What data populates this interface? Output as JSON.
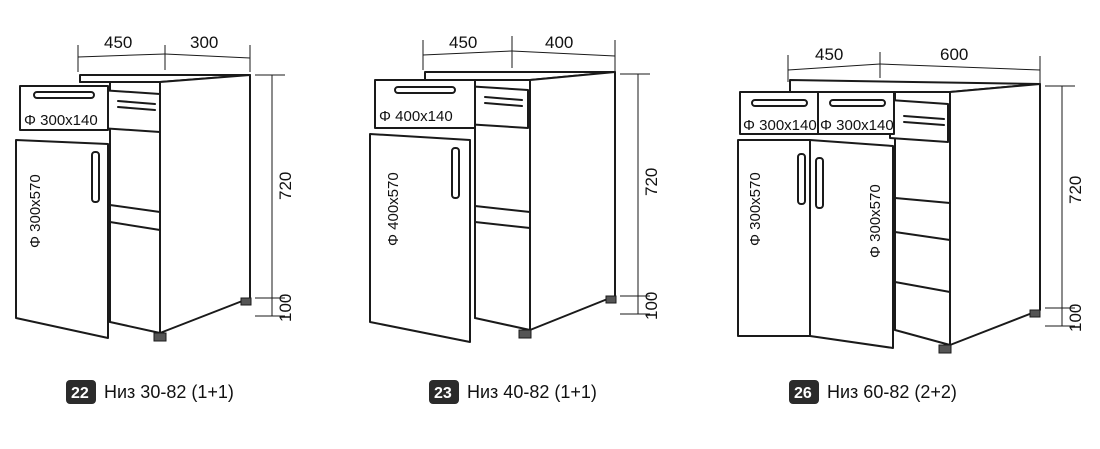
{
  "cabinets": [
    {
      "dims": {
        "depth": "450",
        "width": "300",
        "height": "720",
        "leg": "100"
      },
      "drawer_labels": [
        "Φ 300x140"
      ],
      "door_labels": [
        "Φ 300x570"
      ],
      "badge": "22",
      "caption": "Низ 30-82 (1+1)"
    },
    {
      "dims": {
        "depth": "450",
        "width": "400",
        "height": "720",
        "leg": "100"
      },
      "drawer_labels": [
        "Φ 400x140"
      ],
      "door_labels": [
        "Φ 400x570"
      ],
      "badge": "23",
      "caption": "Низ 40-82 (1+1)"
    },
    {
      "dims": {
        "depth": "450",
        "width": "600",
        "height": "720",
        "leg": "100"
      },
      "drawer_labels": [
        "Φ 300x140",
        "Φ 300x140"
      ],
      "door_labels": [
        "Φ 300x570",
        "Φ 300x570"
      ],
      "badge": "26",
      "caption": "Низ 60-82 (2+2)"
    }
  ]
}
